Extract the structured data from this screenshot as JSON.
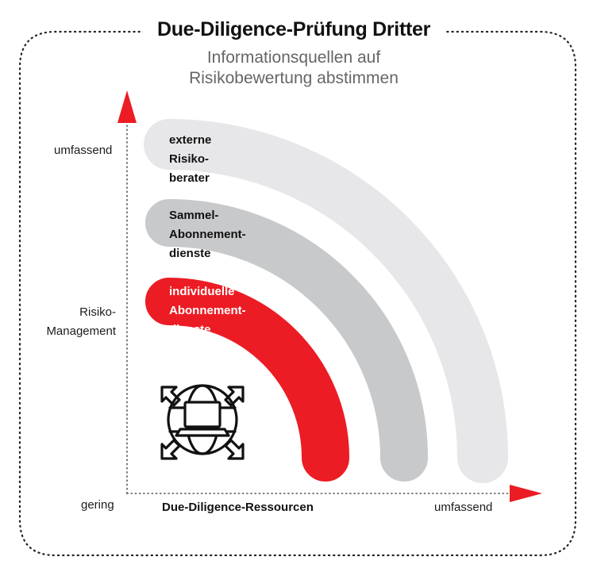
{
  "header": {
    "title": "Due-Diligence-Prüfung Dritter",
    "subtitle_line1": "Informationsquellen auf",
    "subtitle_line2": "Risikobewertung abstimmen"
  },
  "y_axis": {
    "top_label": "umfassend",
    "label_line1": "Risiko-",
    "label_line2": "Management"
  },
  "x_axis": {
    "origin_label": "gering",
    "label": "Due-Diligence-Ressourcen",
    "end_label": "umfassend"
  },
  "bands": [
    {
      "id": "outer",
      "lines": [
        "externe",
        "Risiko-",
        "berater"
      ],
      "fill": "#e7e7e9",
      "text_color": "#111111"
    },
    {
      "id": "middle",
      "lines": [
        "Sammel-",
        "Abonnement-",
        "dienste"
      ],
      "fill": "#c8c9cb",
      "text_color": "#111111"
    },
    {
      "id": "inner",
      "lines": [
        "individuelle",
        "Abonnement-",
        "dienste"
      ],
      "fill": "#ec1c24",
      "text_color": "#ffffff"
    }
  ],
  "colors": {
    "accent": "#ec1c24",
    "frame": "#222222"
  },
  "icon": "globe-with-expand-arrows-icon"
}
